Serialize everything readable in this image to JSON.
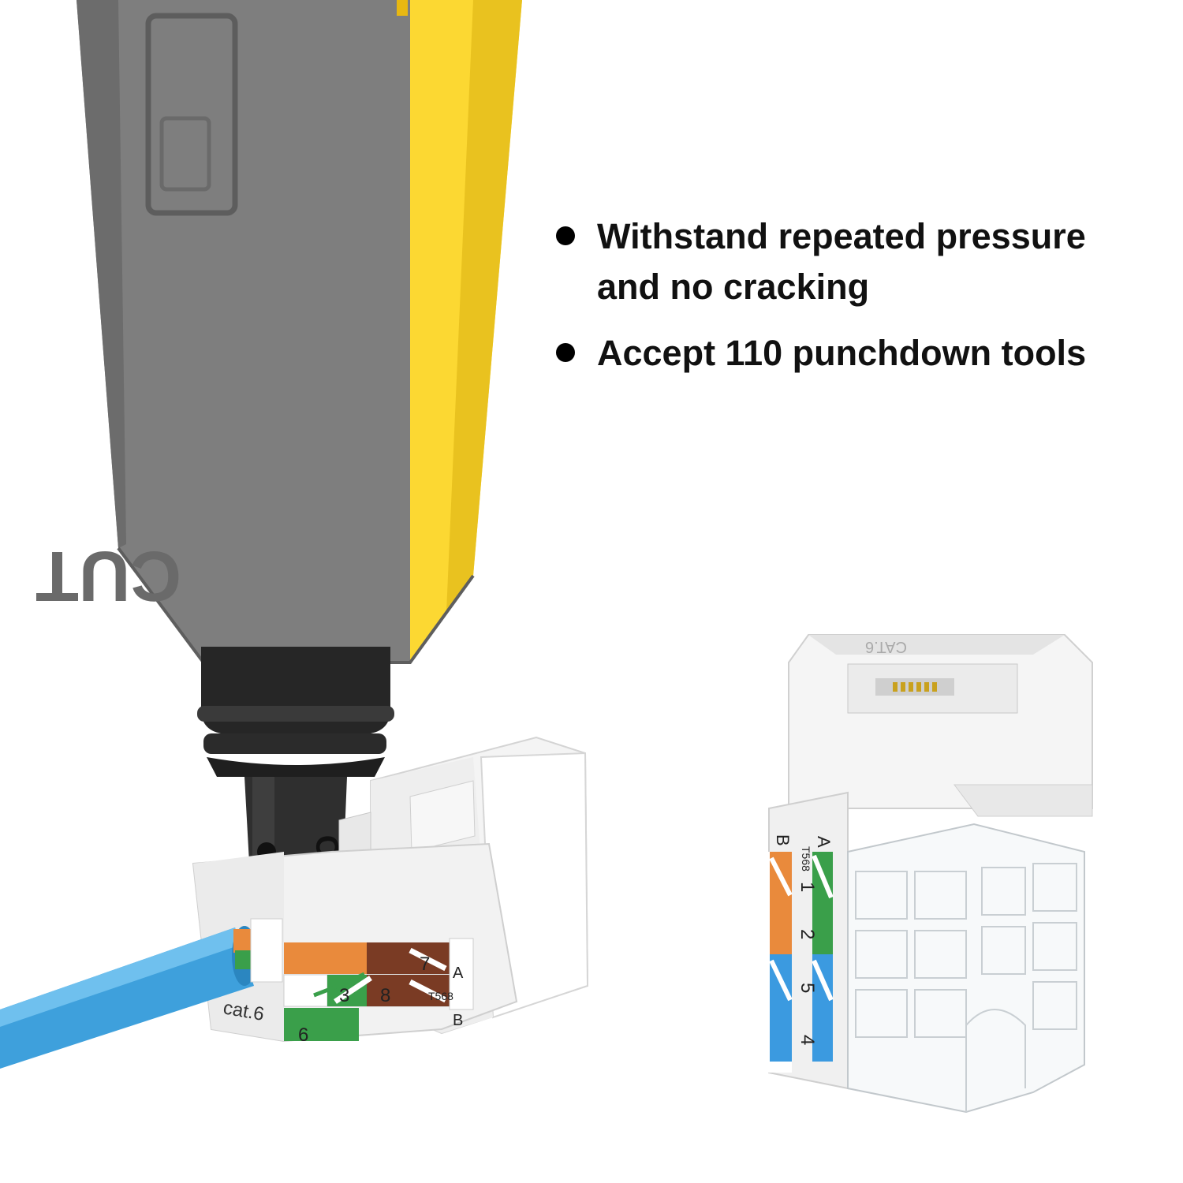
{
  "features": [
    "Withstand repeated pressure and no cracking",
    "Accept 110 punchdown tools"
  ],
  "product_labels": {
    "tool_imprint": "CUT",
    "tip_imprint": "CUT",
    "left_jack_standard": "T568",
    "left_jack_category": "cat.6",
    "left_jack_pins": [
      "6",
      "3",
      "8",
      "7"
    ],
    "left_jack_rows": [
      "A",
      "B"
    ],
    "right_jack_header_a": "A",
    "right_jack_header_b": "B",
    "right_jack_standard": "T568",
    "right_jack_pins": [
      "1",
      "2",
      "5",
      "4"
    ],
    "right_jack_top": "CAT.6"
  },
  "colors": {
    "tool_gray": "#7e7e7e",
    "tool_yellow": "#fcd832",
    "cable_blue": "#3ea0dc",
    "wire_orange": "#e98a3c",
    "wire_green": "#3a9f4a",
    "wire_brown": "#7a3b24",
    "wire_blue": "#3b9ae0"
  }
}
